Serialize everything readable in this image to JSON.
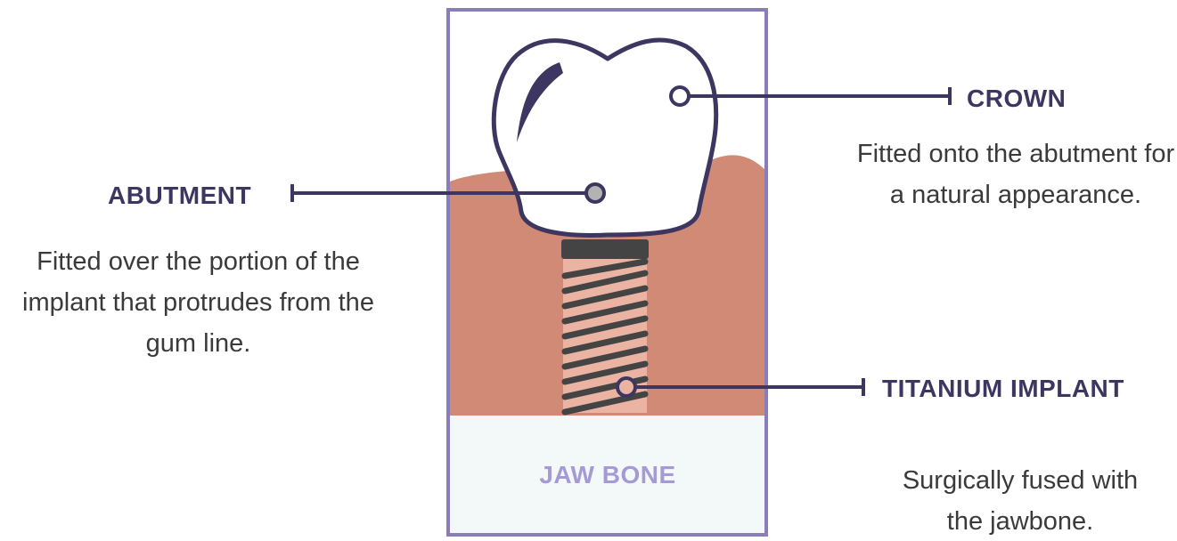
{
  "labels": {
    "crown": {
      "title": "CROWN",
      "description": "Fitted onto the abutment for a natural appearance."
    },
    "abutment": {
      "title": "ABUTMENT",
      "description": "Fitted over the portion of the implant that protrudes from the gum line."
    },
    "implant": {
      "title": "TITANIUM IMPLANT",
      "description": "Surgically fused with the jawbone."
    },
    "bone": {
      "title": "JAW BONE"
    }
  },
  "colors": {
    "frame": "#8a7dba",
    "outline": "#3d3660",
    "gum": "#d08a76",
    "bone": "#f3f8f8",
    "abutment": "#b3b3b3",
    "screw_body": "#eab3a2",
    "screw_thread": "#444444",
    "bone_text": "#a59ad3"
  }
}
